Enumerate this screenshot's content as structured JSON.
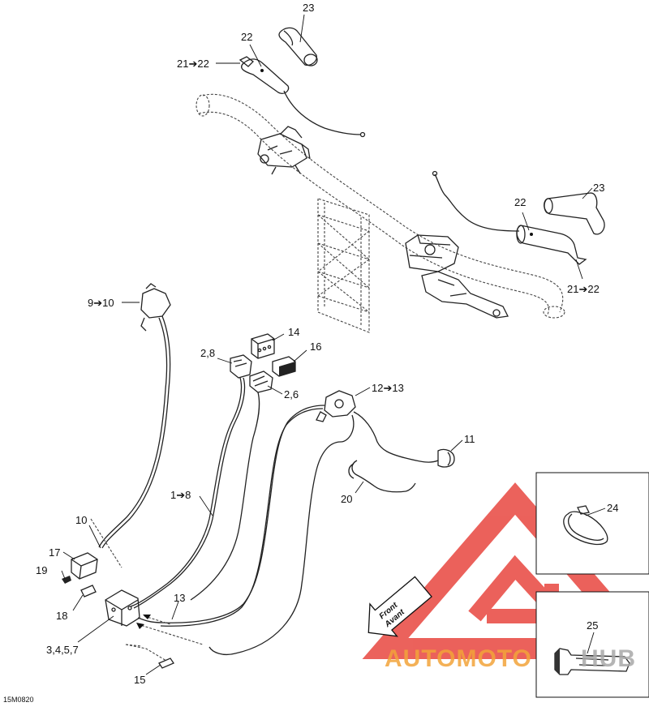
{
  "diagram": {
    "code": "15M0820",
    "callouts": {
      "c23_top": "23",
      "c22_top": "22",
      "c21_22_top": "21➔22",
      "c23_right": "23",
      "c22_right": "22",
      "c21_22_right": "21➔22",
      "c9_10": "9➔10",
      "c14": "14",
      "c2_8_a": "2,8",
      "c16": "16",
      "c2_6": "2,6",
      "c12_13": "12➔13",
      "c11": "11",
      "c1_8": "1➔8",
      "c20": "20",
      "c10": "10",
      "c17": "17",
      "c19": "19",
      "c18": "18",
      "c13": "13",
      "c3_4_5_7": "3,4,5,7",
      "c15": "15",
      "c24": "24",
      "c25": "25"
    },
    "front_arrow": {
      "line1": "Front",
      "line2": "Avant"
    },
    "watermark": {
      "text_orange": "AUTOMOTO",
      "text_gray": "HUB",
      "color_red": "#e8463f",
      "color_orange": "#f2a33a",
      "color_gray": "#a8a8a8"
    }
  }
}
